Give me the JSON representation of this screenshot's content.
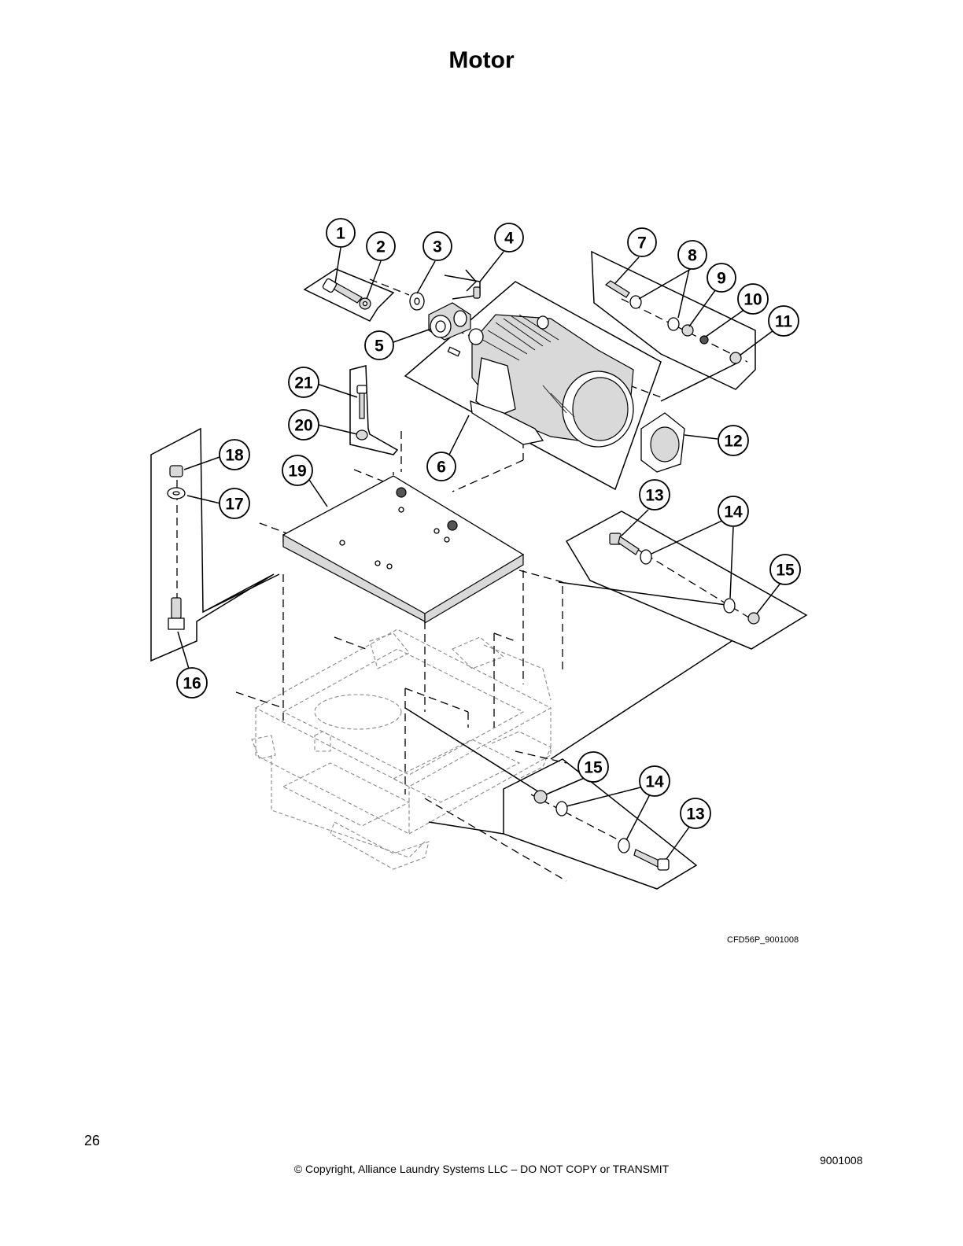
{
  "page": {
    "title": "Motor",
    "figure_id": "CFD56P_9001008",
    "page_number": "26",
    "copyright": "© Copyright, Alliance Laundry Systems LLC – DO NOT COPY or TRANSMIT",
    "doc_number": "9001008"
  },
  "callouts": [
    "1",
    "2",
    "3",
    "4",
    "5",
    "6",
    "7",
    "8",
    "9",
    "10",
    "11",
    "12",
    "13",
    "14",
    "15",
    "16",
    "17",
    "18",
    "19",
    "20",
    "21",
    "15",
    "14",
    "13"
  ]
}
